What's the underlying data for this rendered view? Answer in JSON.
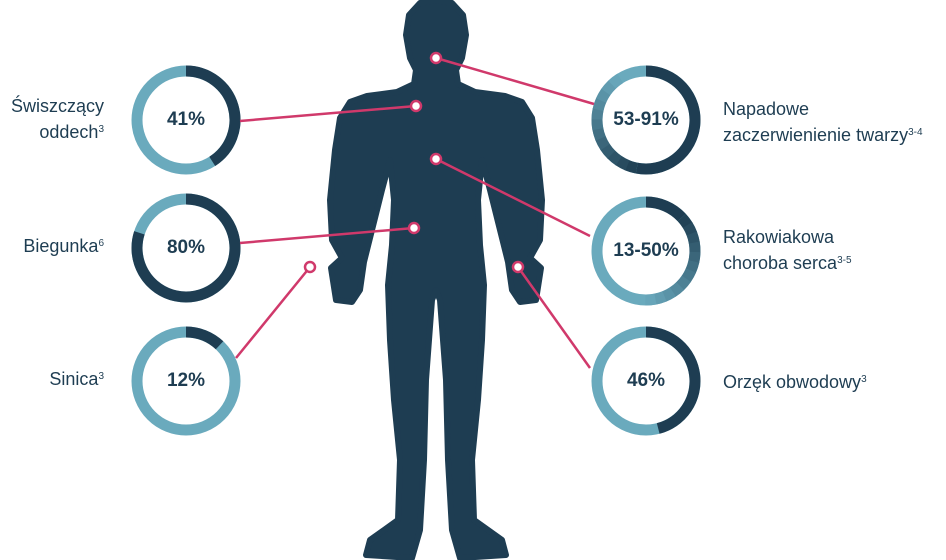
{
  "colors": {
    "dark": "#1e3d52",
    "light": "#6aaabd",
    "accent": "#d0396b"
  },
  "symptoms": [
    {
      "id": "wheezing",
      "value_text": "41%",
      "range": [
        41,
        41
      ],
      "label_lines": [
        "Świszczący",
        "oddech"
      ],
      "sup": "3"
    },
    {
      "id": "diarrhea",
      "value_text": "80%",
      "range": [
        80,
        80
      ],
      "label_lines": [
        "Biegunka"
      ],
      "sup": "6"
    },
    {
      "id": "cyanosis",
      "value_text": "12%",
      "range": [
        12,
        12
      ],
      "label_lines": [
        "Sinica"
      ],
      "sup": "3"
    },
    {
      "id": "flushing",
      "value_text": "53-91%",
      "range": [
        53,
        91
      ],
      "label_lines": [
        "Napadowe",
        "zaczerwienienie twarzy"
      ],
      "sup": "3-4"
    },
    {
      "id": "heart",
      "value_text": "13-50%",
      "range": [
        13,
        50
      ],
      "label_lines": [
        "Rakowiakowa",
        "choroba serca"
      ],
      "sup": "3-5"
    },
    {
      "id": "edema",
      "value_text": "46%",
      "range": [
        46,
        46
      ],
      "label_lines": [
        "Orzęk obwodowy"
      ],
      "sup": "3"
    }
  ]
}
